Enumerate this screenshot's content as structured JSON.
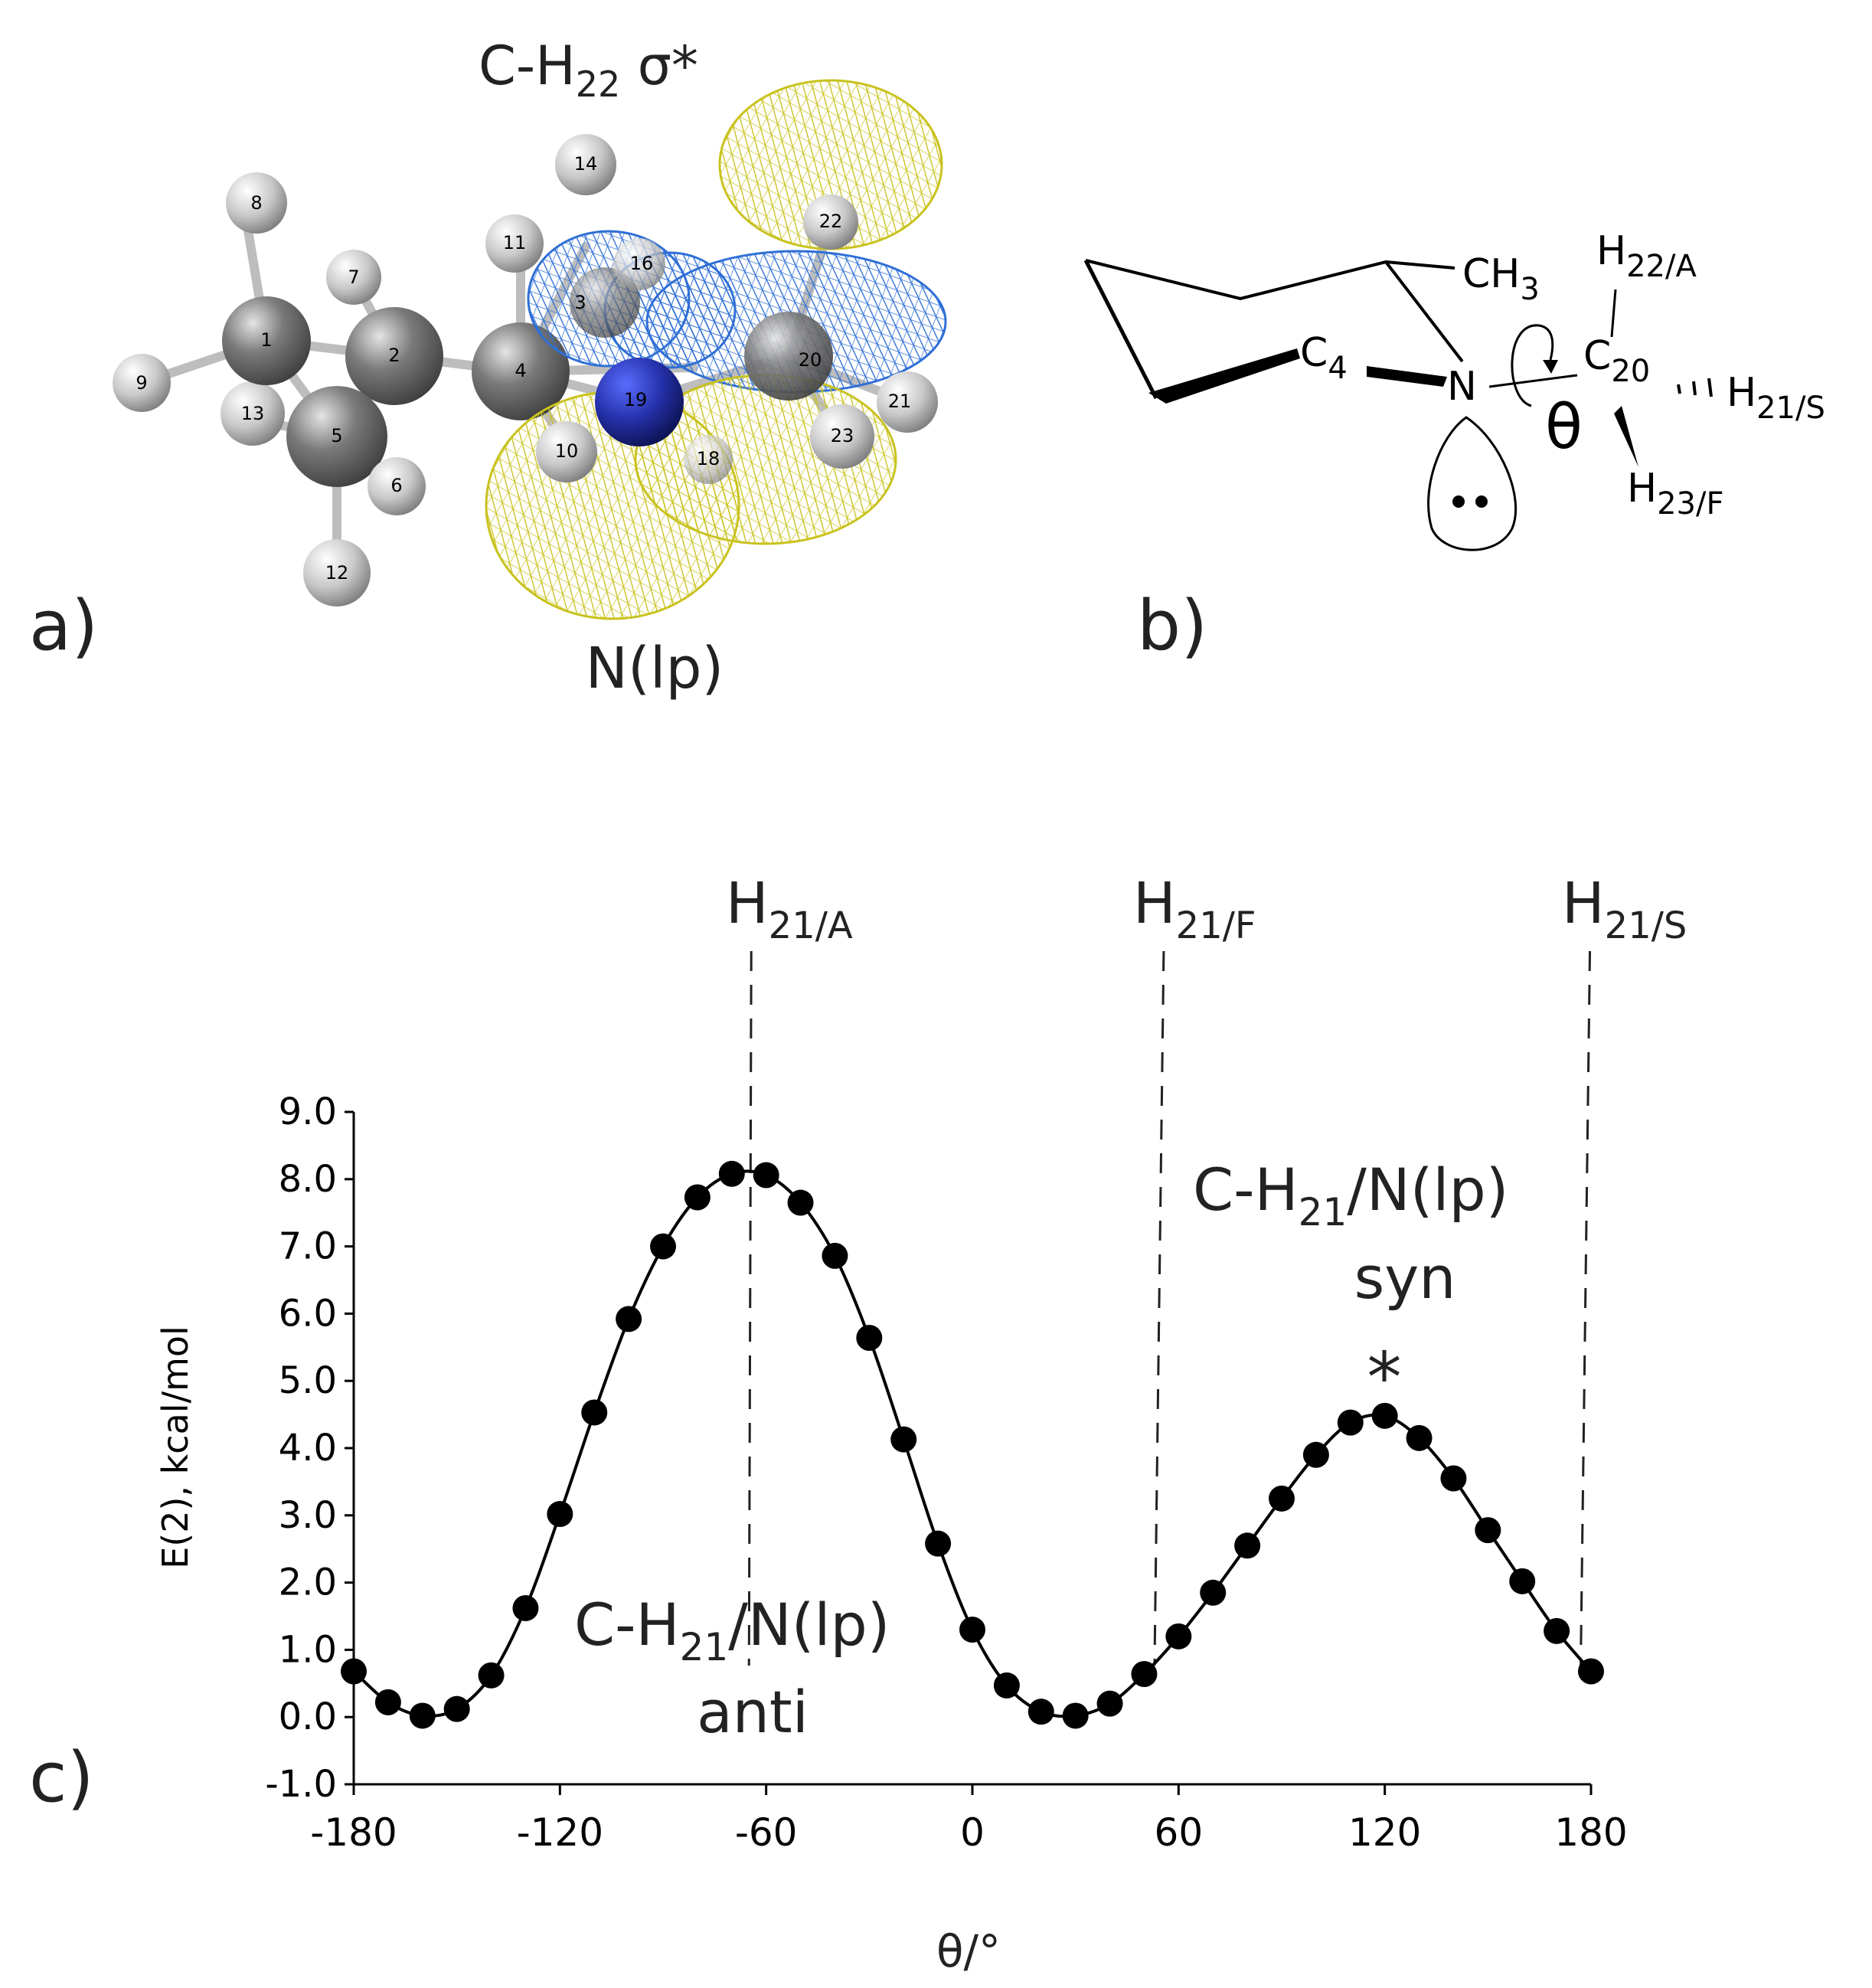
{
  "panels": {
    "a": {
      "label": "a)",
      "orbital_top": {
        "main": "C-H",
        "sub": "22",
        "suffix": " σ*"
      },
      "orbital_bottom": "N(lp)",
      "atoms": [
        {
          "id": "1",
          "kind": "C"
        },
        {
          "id": "2",
          "kind": "C"
        },
        {
          "id": "4",
          "kind": "C"
        },
        {
          "id": "5",
          "kind": "C"
        },
        {
          "id": "3",
          "kind": "C"
        },
        {
          "id": "20",
          "kind": "C"
        },
        {
          "id": "19",
          "kind": "N"
        },
        {
          "id": "6",
          "kind": "H"
        },
        {
          "id": "7",
          "kind": "H"
        },
        {
          "id": "8",
          "kind": "H"
        },
        {
          "id": "9",
          "kind": "H"
        },
        {
          "id": "10",
          "kind": "H"
        },
        {
          "id": "11",
          "kind": "H"
        },
        {
          "id": "12",
          "kind": "H"
        },
        {
          "id": "13",
          "kind": "H"
        },
        {
          "id": "14",
          "kind": "H"
        },
        {
          "id": "16",
          "kind": "H"
        },
        {
          "id": "18",
          "kind": "H"
        },
        {
          "id": "21",
          "kind": "H"
        },
        {
          "id": "22",
          "kind": "H"
        },
        {
          "id": "23",
          "kind": "H"
        }
      ],
      "colors": {
        "carbon": "#6e6e6e",
        "hydrogen": "#d6d6d6",
        "nitrogen": "#1f2a9c",
        "lobe_blue": "#2f6fd6",
        "lobe_yellow": "#e8e23a"
      }
    },
    "b": {
      "label": "b)",
      "ch3": {
        "main": "CH",
        "sub": "3"
      },
      "c4": {
        "main": "C",
        "sub": "4"
      },
      "n": "N",
      "c20": {
        "main": "C",
        "sub": "20"
      },
      "h22": {
        "main": "H",
        "sub": "22/A"
      },
      "h21": {
        "main": "H",
        "sub": "21/S"
      },
      "h23": {
        "main": "H",
        "sub": "23/F"
      },
      "theta": "θ"
    },
    "c": {
      "label": "c)",
      "ylabel": "E(2), kcal/mol",
      "xlabel": "θ/°",
      "markers": [
        {
          "main": "H",
          "sub": "21/A",
          "x": -65
        },
        {
          "main": "H",
          "sub": "21/F",
          "x": 53
        },
        {
          "main": "H",
          "sub": "21/S",
          "x": 177
        }
      ],
      "annotations": [
        {
          "main": "C-H",
          "sub": "21",
          "suffix": "/N(lp)",
          "line2": "anti"
        },
        {
          "main": "C-H",
          "sub": "21",
          "suffix": "/N(lp)",
          "line2": "syn",
          "star": "*"
        }
      ]
    }
  },
  "chart_data": {
    "type": "line",
    "xlabel": "θ/°",
    "ylabel": "E(2), kcal/mol",
    "xlim": [
      -180,
      180
    ],
    "ylim": [
      -1.0,
      9.0
    ],
    "xticks": [
      -180,
      -120,
      -60,
      0,
      60,
      120,
      180
    ],
    "yticks": [
      -1.0,
      0.0,
      1.0,
      2.0,
      3.0,
      4.0,
      5.0,
      6.0,
      7.0,
      8.0,
      9.0
    ],
    "grid": false,
    "series": [
      {
        "x": [
          -180,
          -170,
          -160,
          -150,
          -140,
          -130,
          -120,
          -110,
          -100,
          -90,
          -80,
          -70,
          -60,
          -50,
          -40,
          -30,
          -20,
          -10,
          0,
          10,
          20,
          30,
          40,
          50,
          60,
          70,
          80,
          90,
          100,
          110,
          120,
          130,
          140,
          150,
          160,
          170,
          180
        ],
        "values": [
          0.68,
          0.22,
          0.02,
          0.12,
          0.62,
          1.62,
          3.02,
          4.53,
          5.92,
          7.0,
          7.73,
          8.08,
          8.06,
          7.65,
          6.86,
          5.64,
          4.13,
          2.58,
          1.3,
          0.47,
          0.08,
          0.02,
          0.2,
          0.64,
          1.2,
          1.85,
          2.55,
          3.25,
          3.9,
          4.38,
          4.48,
          4.15,
          3.55,
          2.78,
          2.02,
          1.28,
          0.68
        ]
      }
    ]
  }
}
